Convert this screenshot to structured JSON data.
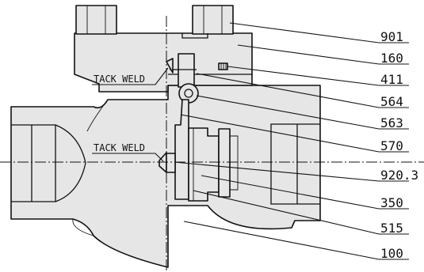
{
  "notes": {
    "tack_weld_upper": "TACK WELD",
    "tack_weld_lower": "TACK WELD"
  },
  "callouts": [
    {
      "key": "901",
      "text": "901"
    },
    {
      "key": "160",
      "text": "160"
    },
    {
      "key": "411",
      "text": "411"
    },
    {
      "key": "564",
      "text": "564"
    },
    {
      "key": "563",
      "text": "563"
    },
    {
      "key": "570",
      "text": "570"
    },
    {
      "key": "920_3",
      "text": "920.3"
    },
    {
      "key": "350",
      "text": "350"
    },
    {
      "key": "515",
      "text": "515"
    },
    {
      "key": "100",
      "text": "100"
    }
  ]
}
